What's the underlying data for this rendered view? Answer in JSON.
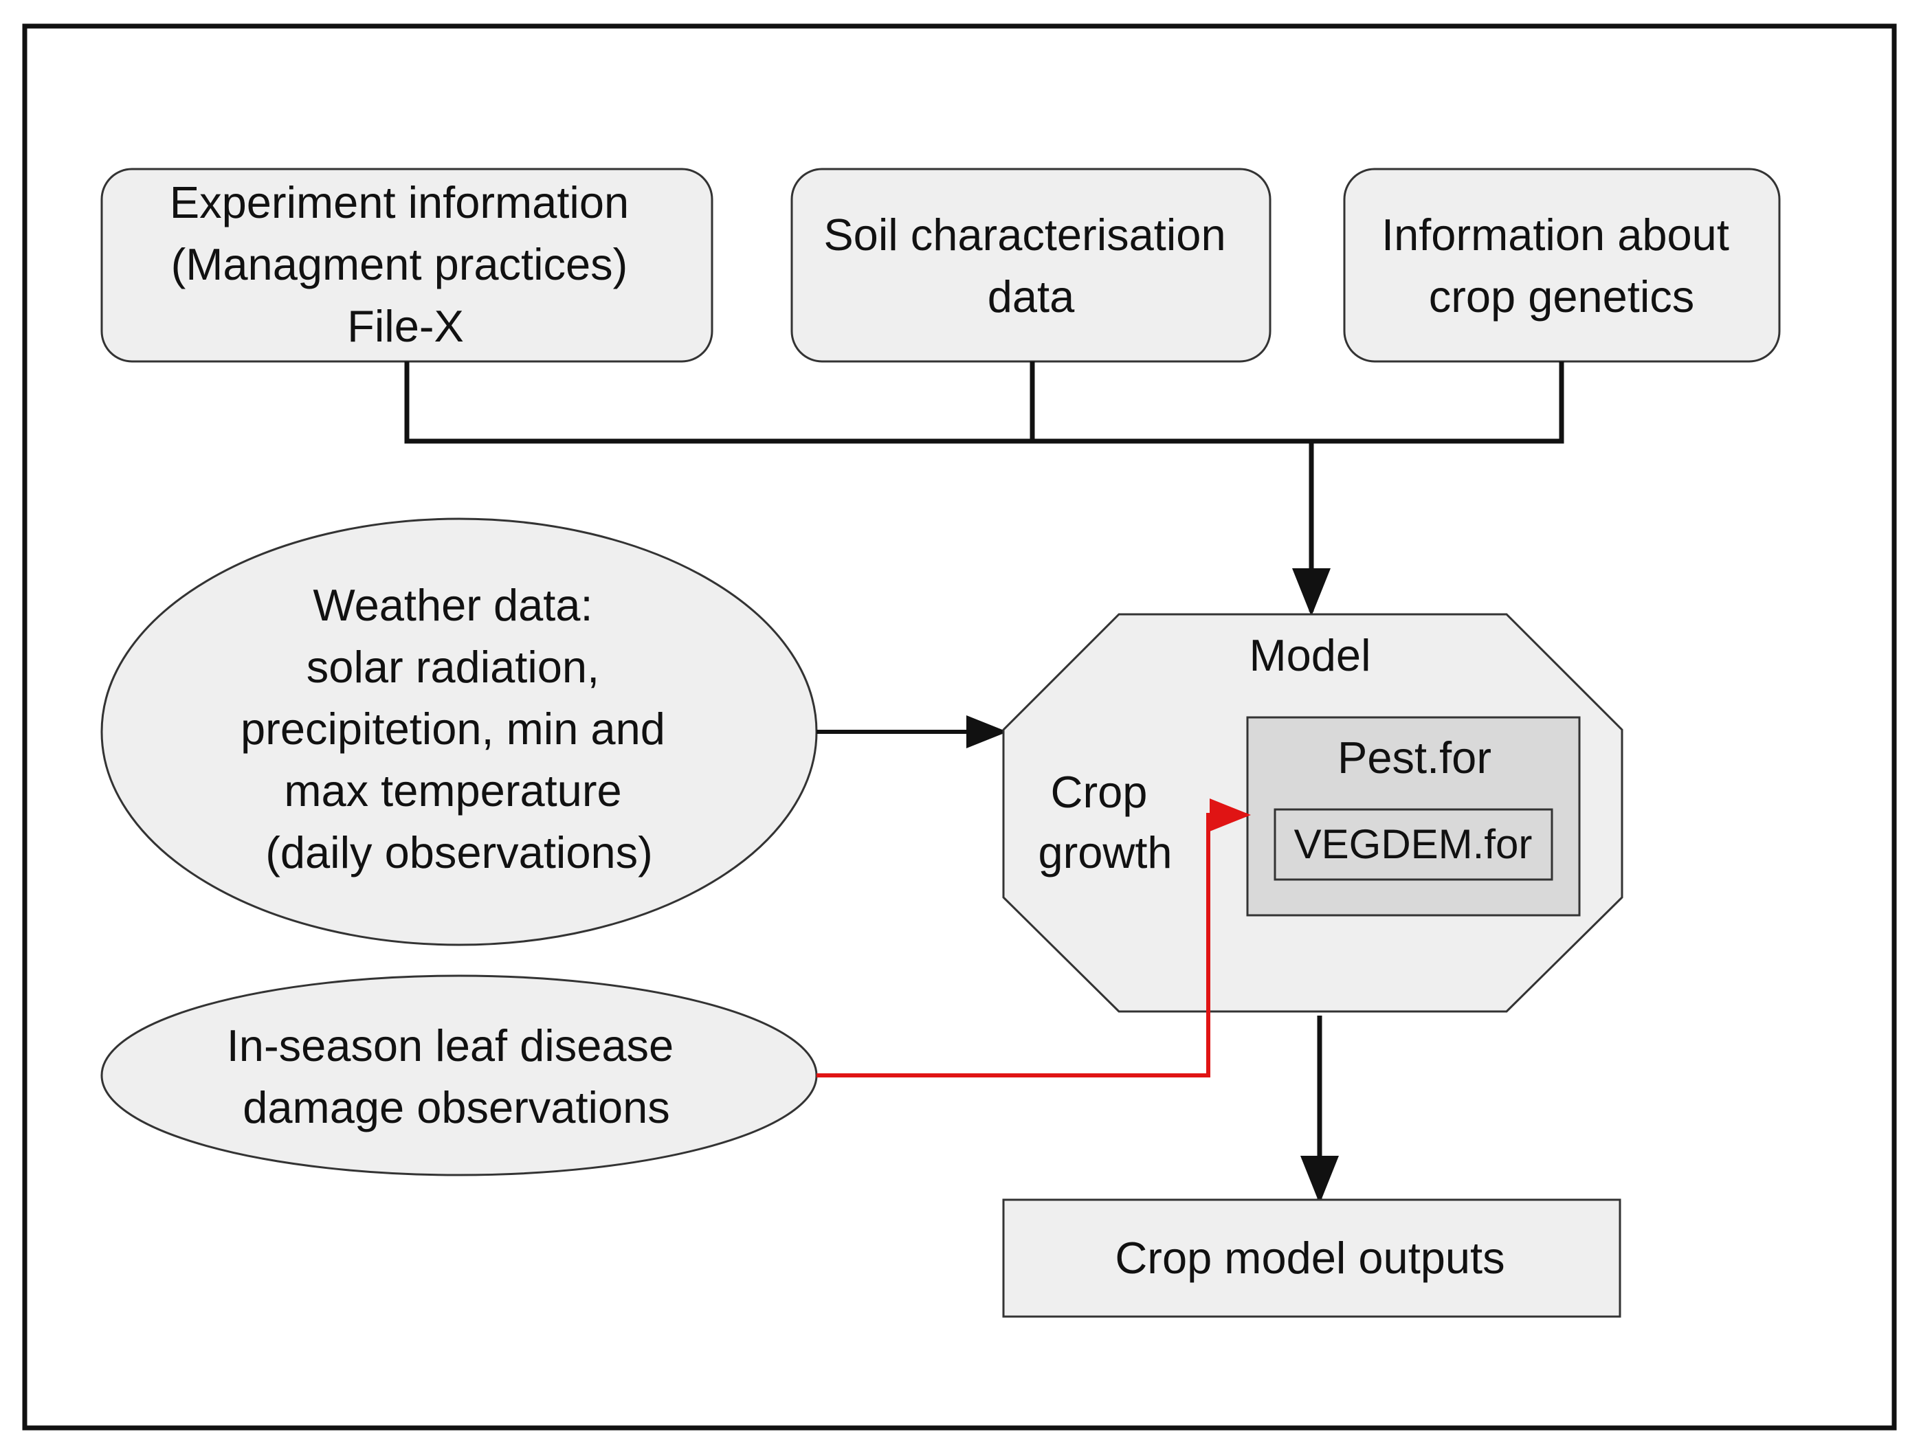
{
  "boxes": {
    "experiment": [
      "Experiment information",
      "(Managment practices)",
      "File-X"
    ],
    "soil": [
      "Soil characterisation",
      "data"
    ],
    "genetics": [
      "Information about",
      "crop genetics"
    ]
  },
  "weather": [
    "Weather data:",
    "solar radiation,",
    "precipitetion, min and",
    "max temperature",
    "(daily observations)"
  ],
  "disease": [
    "In-season leaf disease",
    "damage observations"
  ],
  "model": {
    "title": "Model",
    "crop_growth": [
      "Crop",
      "growth"
    ],
    "pest": "Pest.for",
    "vegdem": "VEGDEM.for"
  },
  "outputs": "Crop model outputs",
  "colors": {
    "box_fill": "#efefef",
    "pest_fill": "#d9d9d9",
    "stroke": "#222222",
    "red_arrow": "#e01414"
  }
}
